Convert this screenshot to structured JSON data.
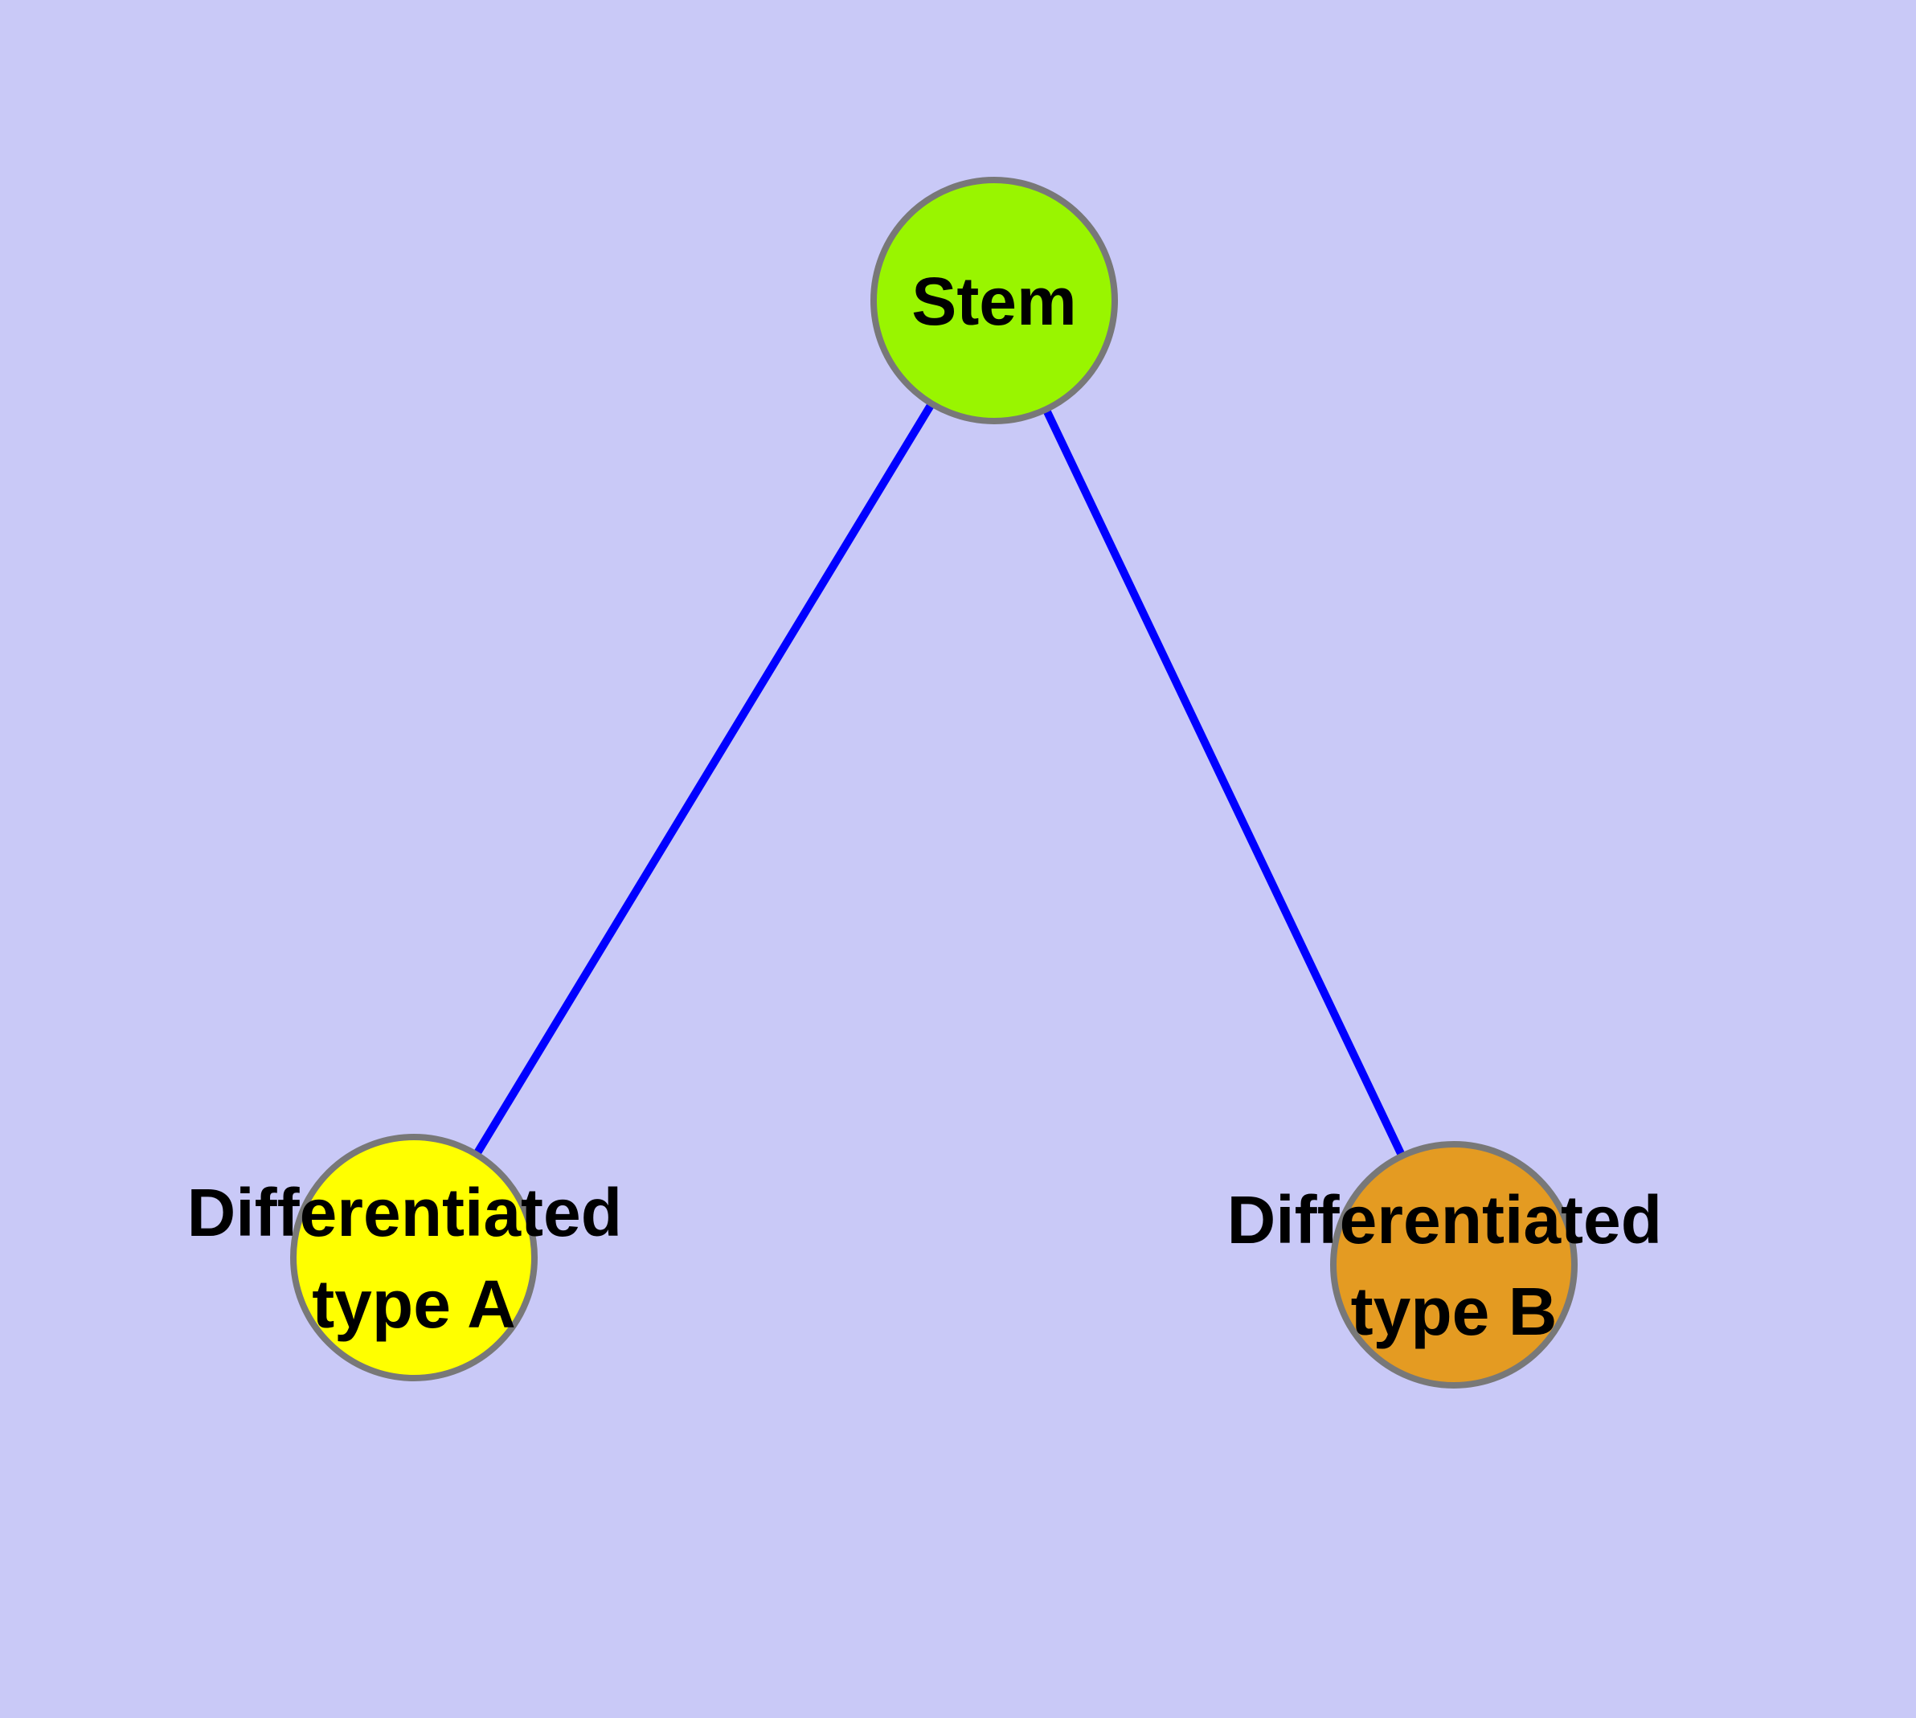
{
  "canvas": {
    "background": "#C9C9F7"
  },
  "diagram": {
    "type": "graph",
    "label_color": "#000000",
    "nodes": [
      {
        "id": "stem",
        "label": "Stem",
        "label_line1": "Stem",
        "label_line2": "",
        "fill": "#99F500",
        "stroke": "#787878"
      },
      {
        "id": "differentiated-a",
        "label": "Differentiated type A",
        "label_line1": "Differentiated",
        "label_line2": "type A",
        "fill": "#FFFF00",
        "stroke": "#787878"
      },
      {
        "id": "differentiated-b",
        "label": "Differentiated type B",
        "label_line1": "Differentiated",
        "label_line2": "type B",
        "fill": "#E49B22",
        "stroke": "#787878"
      }
    ],
    "edges": [
      {
        "from": "Stem",
        "to": "Differentiated type A",
        "color": "#0000FF"
      },
      {
        "from": "Stem",
        "to": "Differentiated type B",
        "color": "#0000FF"
      }
    ]
  }
}
